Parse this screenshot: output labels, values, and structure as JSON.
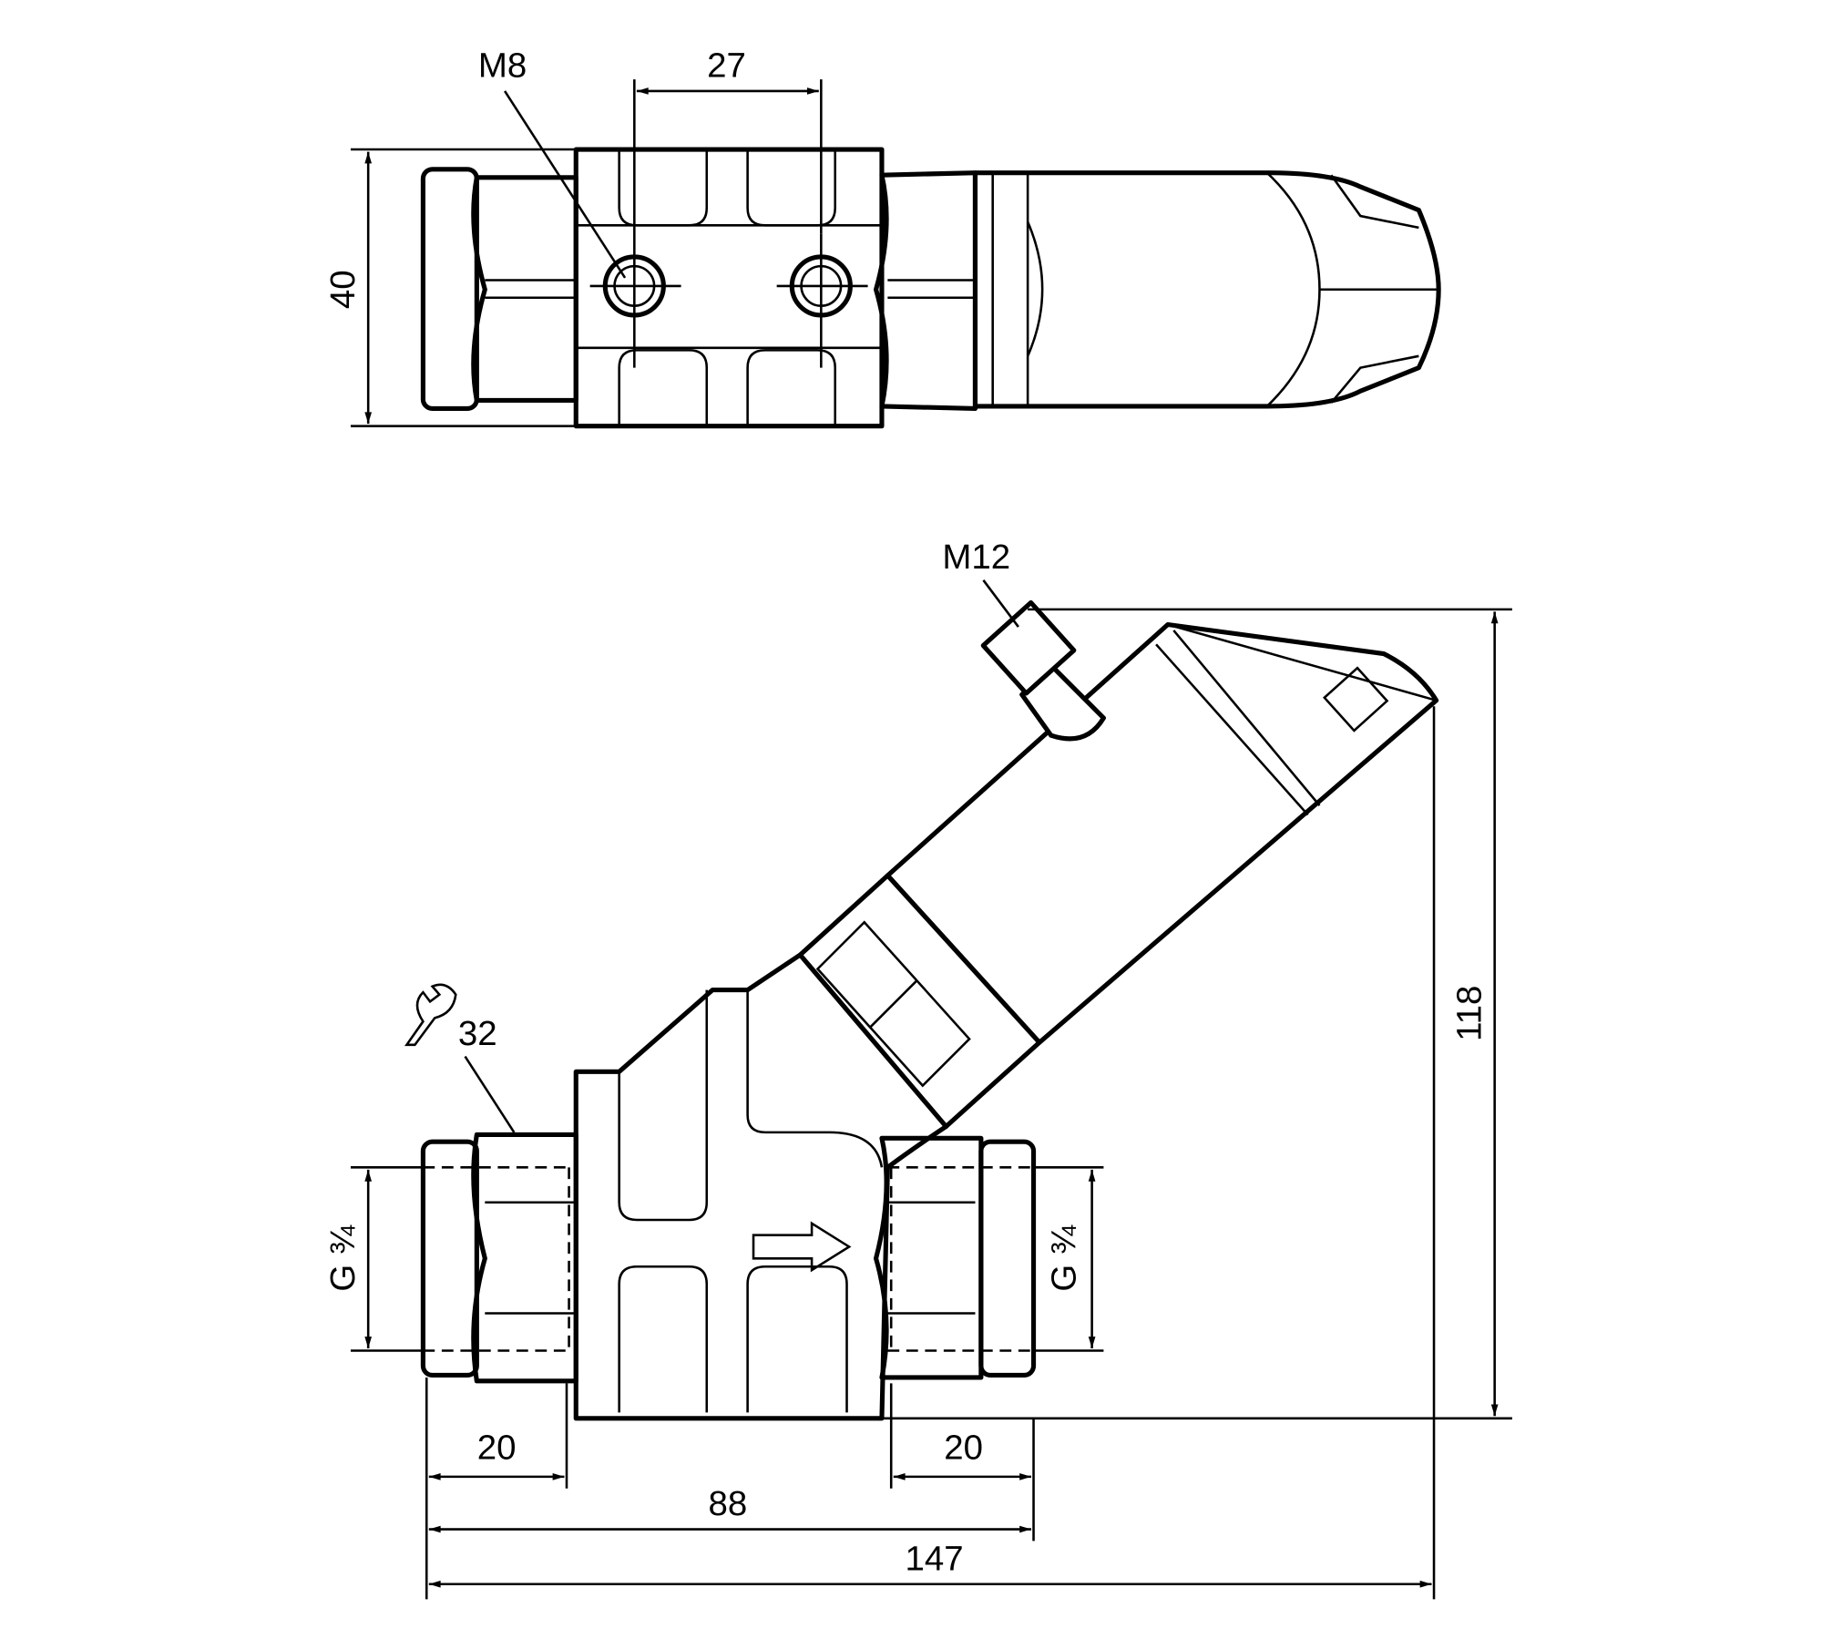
{
  "title": "Flow sensor dimension drawing",
  "top_view": {
    "thread_label": "M8",
    "hole_spacing": "27",
    "height": "40"
  },
  "side_view": {
    "connector_label": "M12",
    "wrench_size": "32",
    "thread_left": "G ¾",
    "thread_right": "G ¾",
    "height": "118",
    "left_thread_length": "20",
    "right_thread_length": "20",
    "body_length": "88",
    "total_length": "147"
  },
  "colors": {
    "line": "#000000",
    "background": "#ffffff"
  }
}
